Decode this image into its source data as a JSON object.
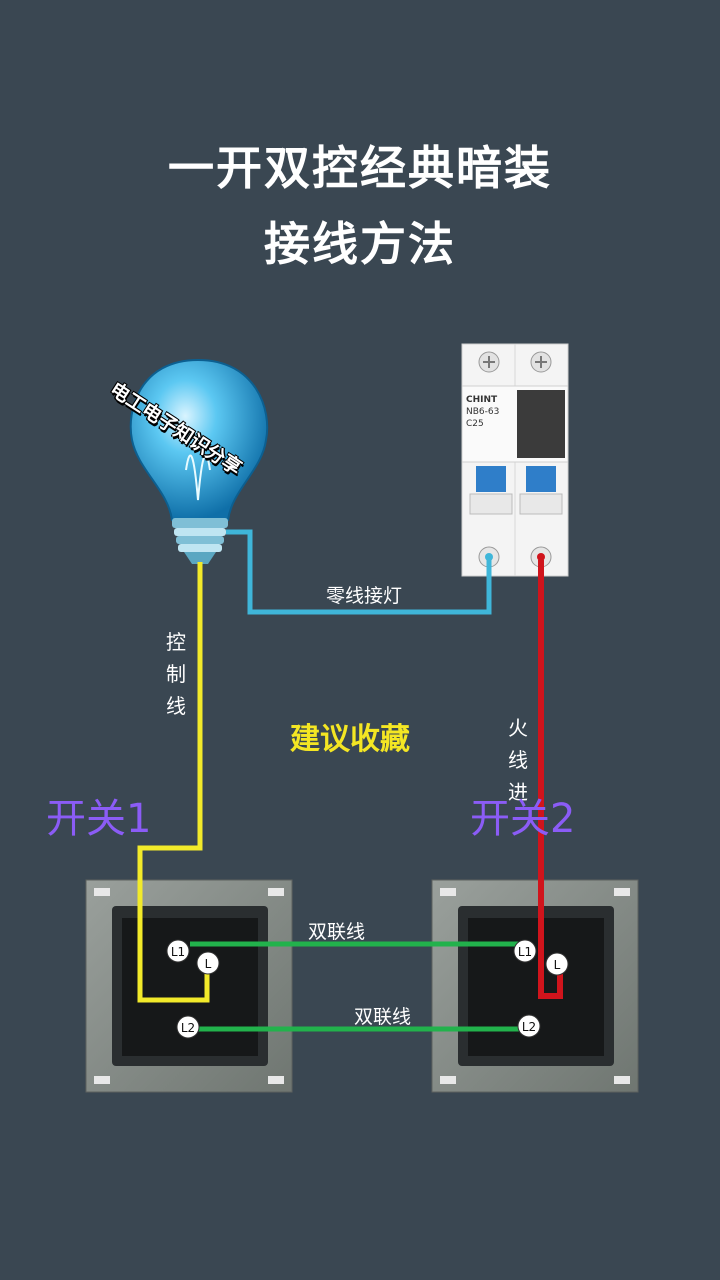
{
  "title": {
    "line1": "一开双控经典暗装",
    "line2": "接线方法"
  },
  "watermark": "电工电子知识分享",
  "labels": {
    "neutral_to_lamp": "零线接灯",
    "control_wire": [
      "控",
      "制",
      "线"
    ],
    "live_in": [
      "火",
      "线",
      "进"
    ],
    "suggest": "建议收藏",
    "switch1": "开关1",
    "switch2": "开关2",
    "traveler_top": "双联线",
    "traveler_bottom": "双联线"
  },
  "terminals": {
    "l1": "L1",
    "l": "L",
    "l2": "L2"
  },
  "breaker": {
    "brand": "CHINT",
    "model": "NB6-63",
    "rating": "C25"
  },
  "colors": {
    "background": "#3a4752",
    "control_wire": "#f2ea2a",
    "neutral_wire": "#3fb6d9",
    "live_wire": "#d0141c",
    "traveler_wire": "#22b24c",
    "switch_label": "#8b5cf6",
    "suggest": "#f4e623"
  }
}
